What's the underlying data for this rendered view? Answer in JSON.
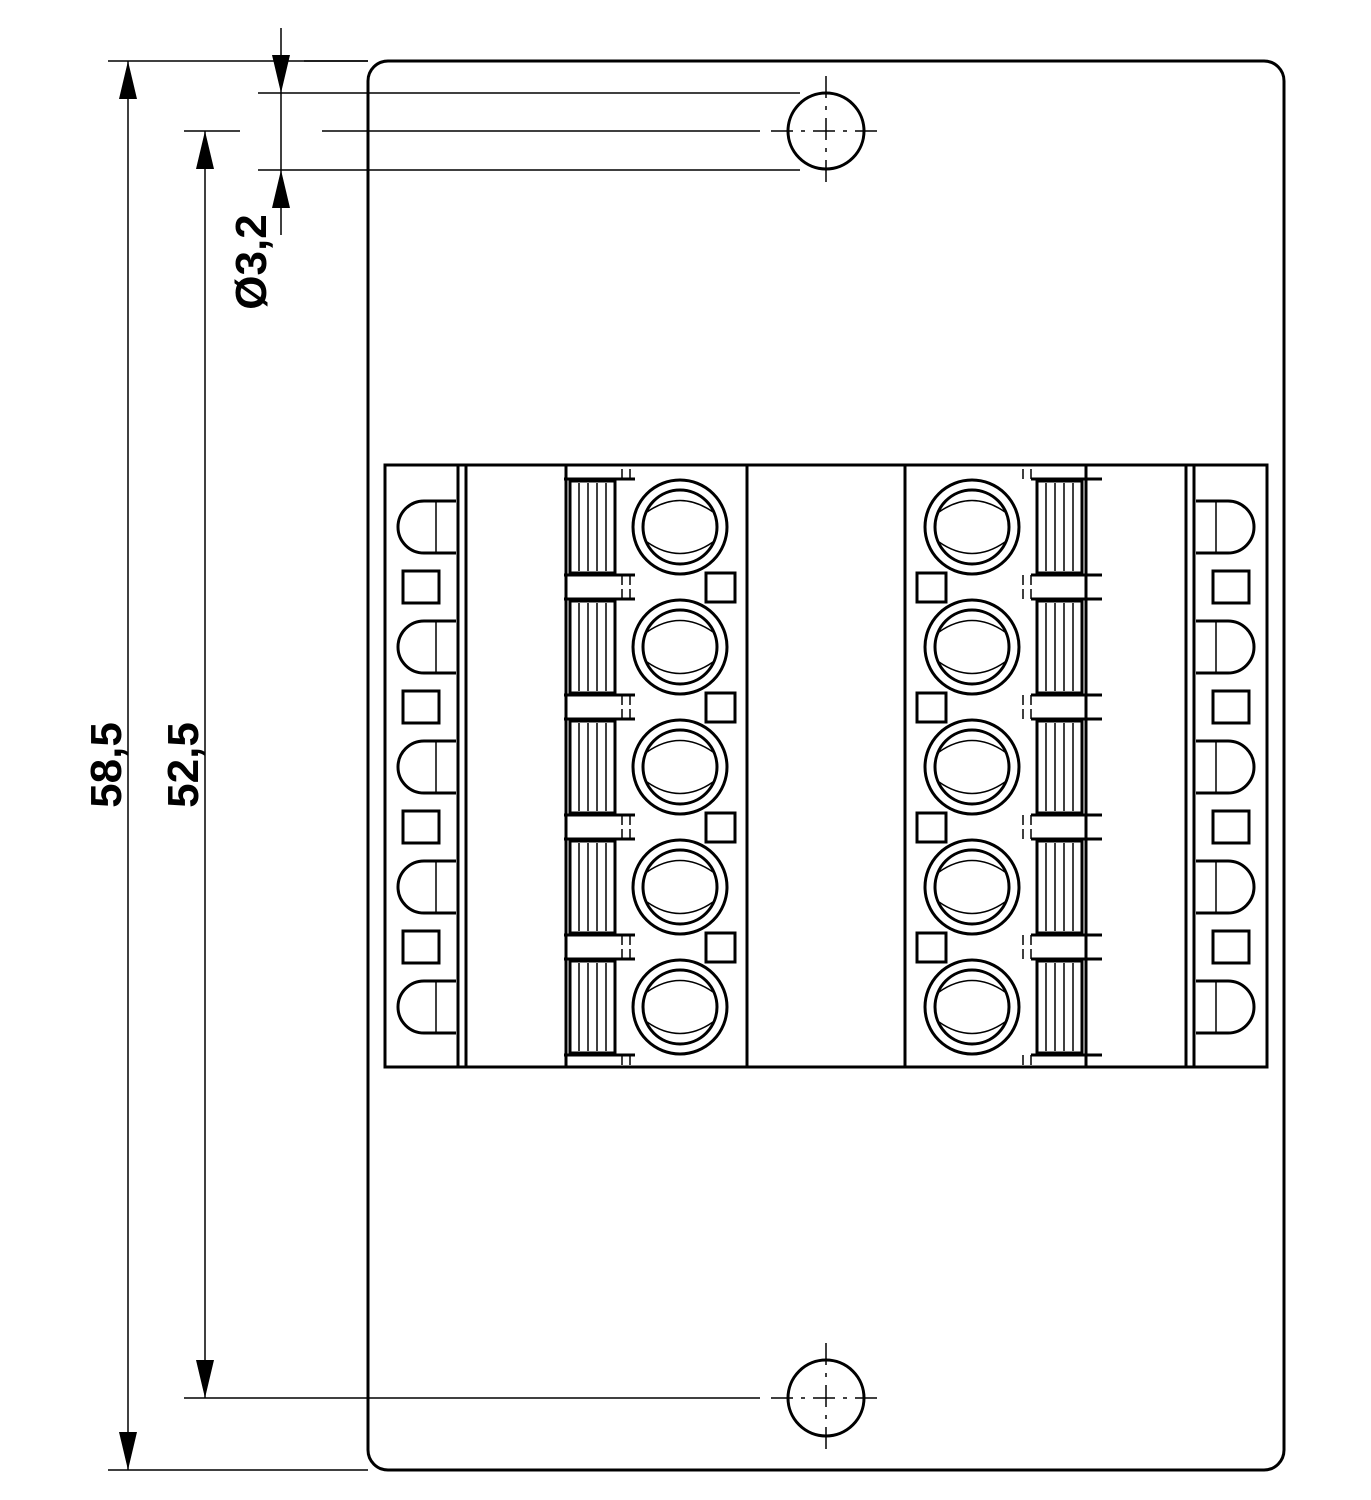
{
  "dimensions": {
    "overall_height": "58,5",
    "hole_spacing": "52,5",
    "hole_diameter": "Ø3,2"
  },
  "terminal_block": {
    "positions_per_row": 5,
    "rows": 2
  }
}
